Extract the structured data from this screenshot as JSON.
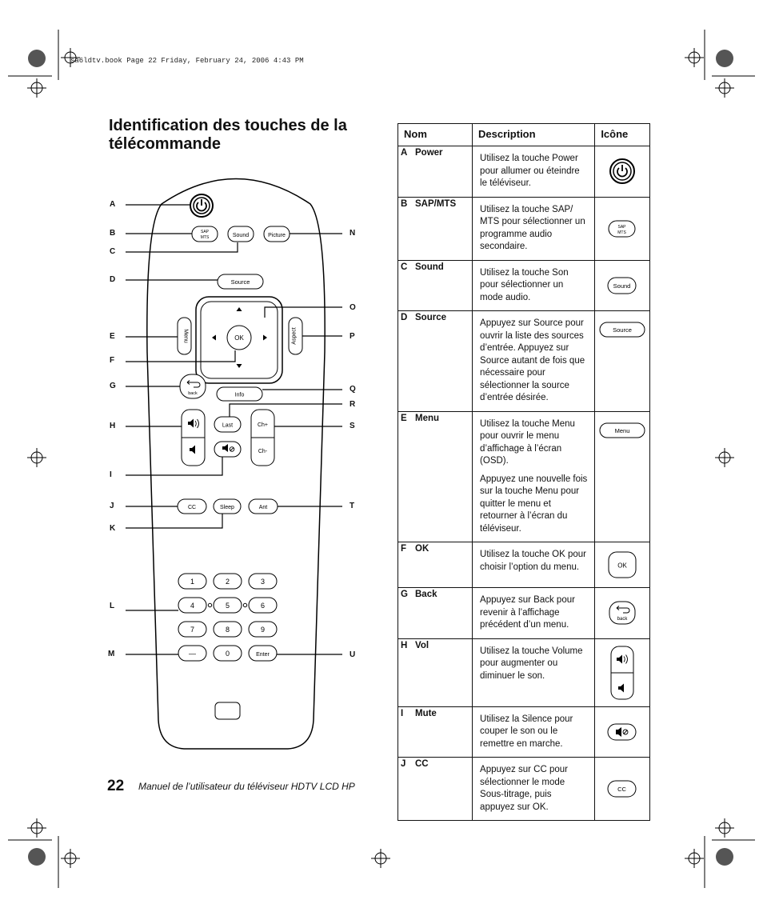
{
  "header": {
    "file_info": "sa6ldtv.book  Page 22  Friday, February 24, 2006  4:43 PM"
  },
  "title": "Identification des touches de la télécommande",
  "callout_letters": {
    "left": [
      "A",
      "B",
      "C",
      "D",
      "E",
      "F",
      "G",
      "H",
      "I",
      "J",
      "K",
      "L",
      "M"
    ],
    "right": [
      "N",
      "O",
      "P",
      "Q",
      "R",
      "S",
      "T",
      "U"
    ]
  },
  "remote": {
    "sap_top": "SAP",
    "sap_bottom": "MTS",
    "sound": "Sound",
    "picture": "Picture",
    "source": "Source",
    "menu": "Menu",
    "ok": "OK",
    "aspect": "Aspect",
    "back": "back",
    "info": "Info",
    "last": "Last",
    "ch_up": "Ch+",
    "ch_down": "Ch-",
    "cc": "CC",
    "sleep": "Sleep",
    "ant": "Ant",
    "keys": [
      "1",
      "2",
      "3",
      "4",
      "5",
      "6",
      "7",
      "8",
      "9",
      "—",
      "0",
      "Enter"
    ]
  },
  "table": {
    "headers": {
      "name": "Nom",
      "description": "Description",
      "icon": "Icône"
    },
    "rows": [
      {
        "letter": "A",
        "name": "Power",
        "desc": [
          "Utilisez la touche Power pour allumer ou éteindre le téléviseur."
        ],
        "icon": "power-icon"
      },
      {
        "letter": "B",
        "name": "SAP/MTS",
        "desc": [
          "Utilisez la touche SAP/ MTS pour sélectionner un programme audio secondaire."
        ],
        "icon": "sap-mts-icon",
        "icon_text": [
          "SAP",
          "MTS"
        ]
      },
      {
        "letter": "C",
        "name": "Sound",
        "desc": [
          "Utilisez la touche Son pour sélectionner un mode audio."
        ],
        "icon": "sound-button-icon",
        "icon_text": [
          "Sound"
        ]
      },
      {
        "letter": "D",
        "name": "Source",
        "desc": [
          "Appuyez sur Source pour ouvrir la liste des sources d’entrée. Appuyez sur Source autant de fois que nécessaire pour sélectionner la source d’entrée désirée."
        ],
        "icon": "source-button-icon",
        "icon_text": [
          "Source"
        ]
      },
      {
        "letter": "E",
        "name": "Menu",
        "desc": [
          "Utilisez la touche Menu pour ouvrir le menu d’affichage à l’écran (OSD).",
          "Appuyez une nouvelle fois sur la touche Menu pour quitter le menu et retourner à l’écran du téléviseur."
        ],
        "icon": "menu-button-icon",
        "icon_text": [
          "Menu"
        ]
      },
      {
        "letter": "F",
        "name": "OK",
        "desc": [
          "Utilisez la touche OK pour choisir l’option du menu."
        ],
        "icon": "ok-button-icon",
        "icon_text": [
          "OK"
        ]
      },
      {
        "letter": "G",
        "name": "Back",
        "desc": [
          "Appuyez sur Back pour revenir à l’affichage précédent d’un menu."
        ],
        "icon": "back-arrow-icon",
        "icon_text": [
          "back"
        ]
      },
      {
        "letter": "H",
        "name": "Vol",
        "desc": [
          "Utilisez la touche Volume pour augmenter ou diminuer le son."
        ],
        "icon": "volume-rocker-icon"
      },
      {
        "letter": "I",
        "name": "Mute",
        "desc": [
          "Utilisez la Silence pour couper le son ou le remettre en marche."
        ],
        "icon": "mute-icon"
      },
      {
        "letter": "J",
        "name": "CC",
        "desc": [
          "Appuyez sur CC pour sélectionner le mode Sous-titrage, puis appuyez sur OK."
        ],
        "icon": "cc-button-icon",
        "icon_text": [
          "CC"
        ]
      }
    ]
  },
  "footer": {
    "page_number": "22",
    "text": "Manuel de l’utilisateur du téléviseur HDTV LCD HP"
  }
}
